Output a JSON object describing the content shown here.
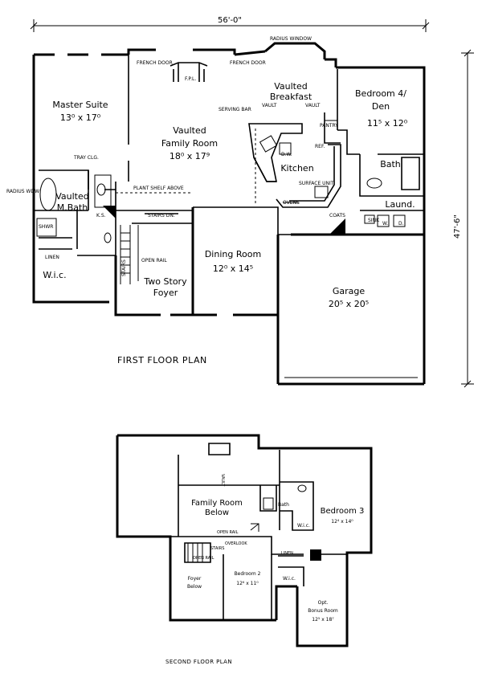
{
  "dimensions": {
    "width_overall": "56'-0\"",
    "depth_overall": "47'-6\""
  },
  "first_floor": {
    "title": "FIRST FLOOR PLAN",
    "rooms": [
      {
        "key": "master_suite",
        "name": "Master Suite",
        "size": "13⁰ x 17⁰"
      },
      {
        "key": "family_room",
        "name_line1": "Vaulted",
        "name_line2": "Family Room",
        "size": "18⁰ x 17⁹"
      },
      {
        "key": "breakfast",
        "name_line1": "Vaulted",
        "name_line2": "Breakfast"
      },
      {
        "key": "bedroom4",
        "name_line1": "Bedroom 4/",
        "name_line2": "Den",
        "size": "11⁵ x 12⁰"
      },
      {
        "key": "kitchen",
        "name": "Kitchen"
      },
      {
        "key": "mbath",
        "name_line1": "Vaulted",
        "name_line2": "M.Bath"
      },
      {
        "key": "wic",
        "name": "W.i.c."
      },
      {
        "key": "foyer",
        "name_line1": "Two Story",
        "name_line2": "Foyer"
      },
      {
        "key": "dining",
        "name": "Dining Room",
        "size": "12⁰ x 14⁵"
      },
      {
        "key": "garage",
        "name": "Garage",
        "size": "20⁵ x 20⁵"
      },
      {
        "key": "bath",
        "name": "Bath"
      },
      {
        "key": "laund",
        "name": "Laund."
      }
    ],
    "notes": {
      "french_door_1": "FRENCH DOOR",
      "french_door_2": "FRENCH DOOR",
      "radius_window": "RADIUS WINDOW",
      "fpl": "F.P.L.",
      "tray_clg": "TRAY CLG.",
      "serving_bar": "SERVING BAR",
      "vault_1": "VAULT",
      "vault_2": "VAULT",
      "pantry": "PANTRY",
      "dw": "D.W.",
      "ref": "REF.",
      "surface_unit": "SURFACE UNIT",
      "ovens": "OVENS",
      "coats": "COATS",
      "sink": "SINK",
      "w": "W.",
      "d": "D.",
      "plant_shelf": "PLANT SHELF ABOVE",
      "radius_wdw": "RADIUS WDW",
      "shwr": "SHWR",
      "linen": "LINEN",
      "ks": "K.S.",
      "stairs_dn": "STAIRS DN.",
      "open_rail": "OPEN RAIL",
      "stairs": "STAIRS"
    }
  },
  "second_floor": {
    "title": "SECOND FLOOR PLAN",
    "rooms": [
      {
        "key": "family_below",
        "name_line1": "Family Room",
        "name_line2": "Below"
      },
      {
        "key": "bath",
        "name": "Bath"
      },
      {
        "key": "wic1",
        "name": "W.i.c."
      },
      {
        "key": "bedroom3",
        "name": "Bedroom 3",
        "size": "12⁴ x 14⁰"
      },
      {
        "key": "bedroom2",
        "name": "Bedroom 2",
        "size": "12⁶ x 11⁰"
      },
      {
        "key": "foyer_below",
        "name_line1": "Foyer",
        "name_line2": "Below"
      },
      {
        "key": "wic2",
        "name": "W.i.c."
      },
      {
        "key": "bonus",
        "name_line1": "Opt.",
        "name_line2": "Bonus Room",
        "size": "12⁵ x 18⁷"
      }
    ],
    "notes": {
      "vault": "VAULT",
      "open_rail_1": "OPEN RAIL",
      "overlook": "OVERLOOK",
      "stairs": "STAIRS",
      "open_rail_2": "OPEN RAIL",
      "linen": "LINEN"
    }
  }
}
